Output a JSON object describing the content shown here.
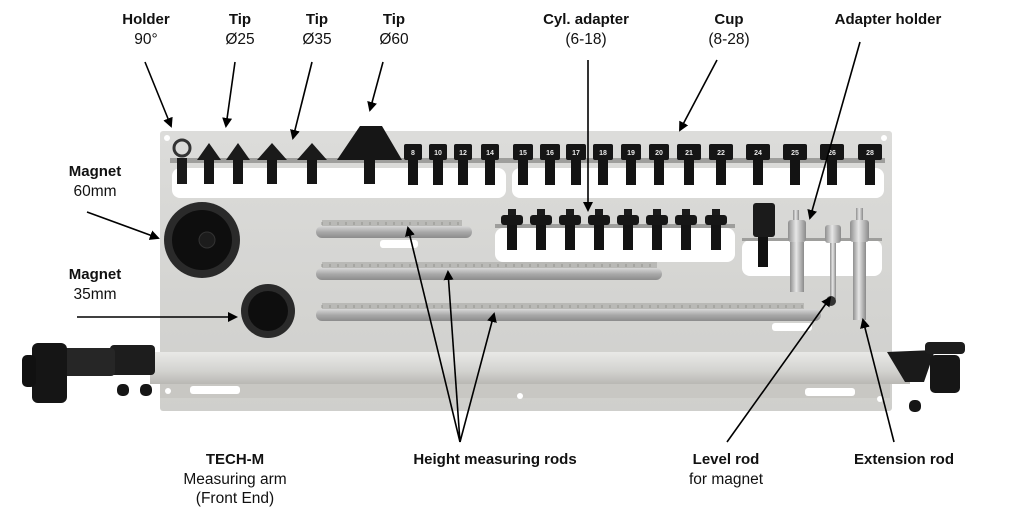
{
  "diagram": {
    "subject": "Tool board with measuring accessories",
    "colors": {
      "board": "#d9d9d7",
      "parts": "#161616",
      "metal": "#bdbdbd",
      "arrow": "#000000"
    },
    "labels": {
      "holder": {
        "title": "Holder",
        "sub": "90°"
      },
      "tip25": {
        "title": "Tip",
        "sub": "Ø25"
      },
      "tip35": {
        "title": "Tip",
        "sub": "Ø35"
      },
      "tip60": {
        "title": "Tip",
        "sub": "Ø60"
      },
      "cyl_adapter": {
        "title": "Cyl. adapter",
        "sub": "(6-18)"
      },
      "cup": {
        "title": "Cup",
        "sub": "(8-28)"
      },
      "adapter_holder": {
        "title": "Adapter holder"
      },
      "magnet60": {
        "title": "Magnet",
        "sub": "60mm"
      },
      "magnet35": {
        "title": "Magnet",
        "sub": "35mm"
      },
      "tech_m": {
        "title": "TECH-M",
        "sub1": "Measuring arm",
        "sub2": "(Front End)"
      },
      "height_rods": {
        "title": "Height measuring rods"
      },
      "level_rod": {
        "title": "Level rod",
        "sub": "for magnet"
      },
      "extension_rod": {
        "title": "Extension rod"
      }
    },
    "cup_sizes": [
      "8",
      "10",
      "12",
      "14",
      "15",
      "16",
      "17",
      "18",
      "19",
      "20",
      "21",
      "22",
      "24",
      "25",
      "26",
      "28"
    ]
  }
}
